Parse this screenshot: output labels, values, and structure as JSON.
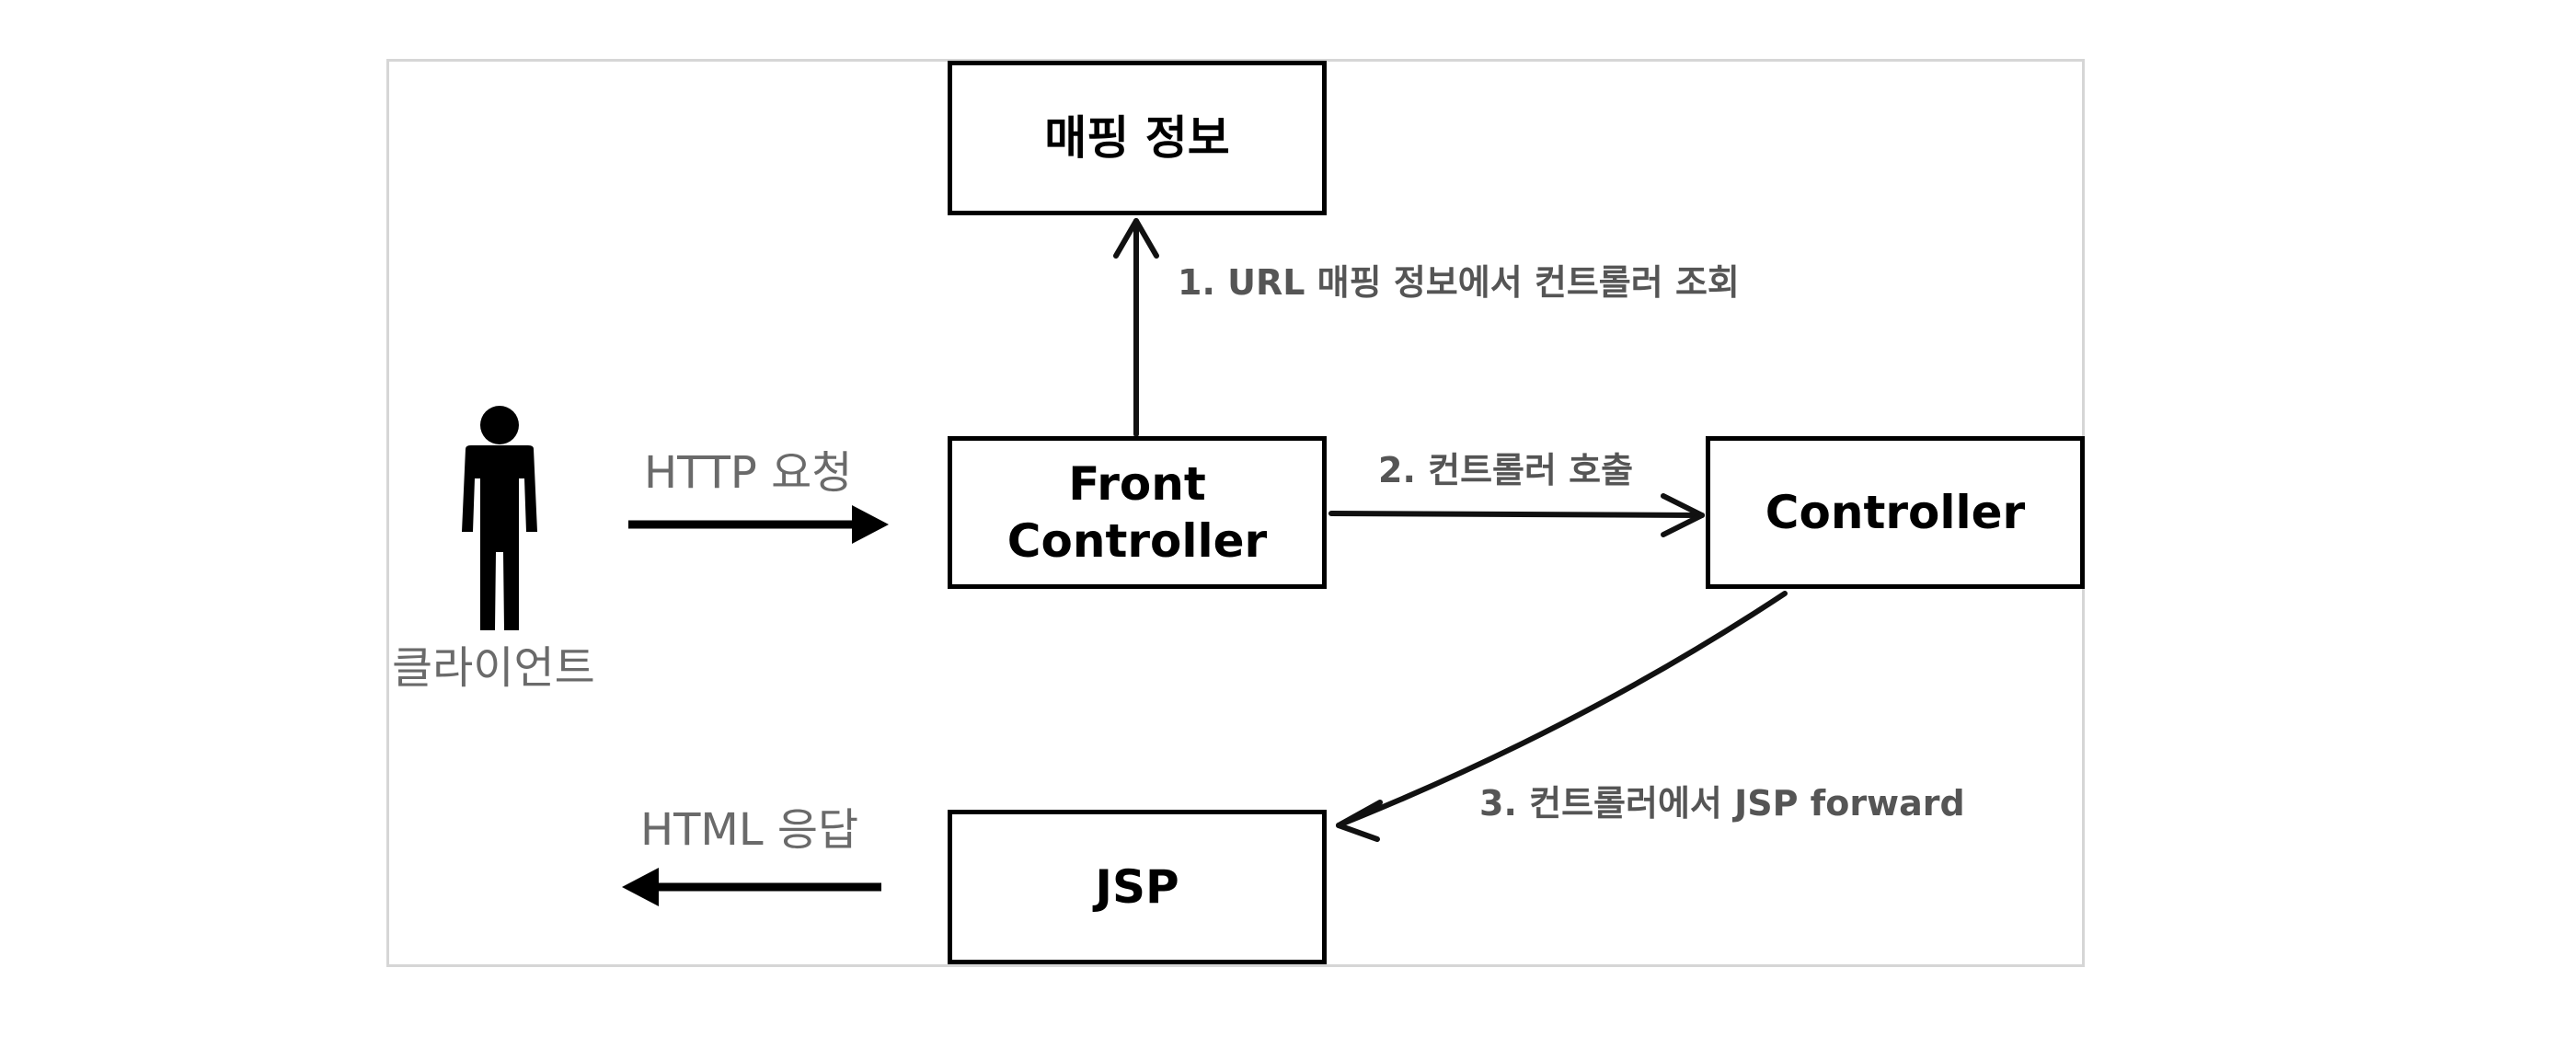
{
  "nodes": {
    "mapping": "매핑 정보",
    "front_controller": [
      "Front",
      "Controller"
    ],
    "controller": "Controller",
    "jsp": "JSP"
  },
  "labels": {
    "step1": "1. URL 매핑 정보에서 컨트롤러 조회",
    "step2": "2. 컨트롤러 호출",
    "step3": "3. 컨트롤러에서 JSP forward",
    "request": "HTTP 요청",
    "response": "HTML 응답",
    "client": "클라이언트"
  },
  "icons": {
    "client": "person-icon"
  },
  "colors": {
    "box_border": "#000000",
    "label_text": "#555555",
    "side_text": "#6a6a6a",
    "frame": "#d6d6d6"
  }
}
